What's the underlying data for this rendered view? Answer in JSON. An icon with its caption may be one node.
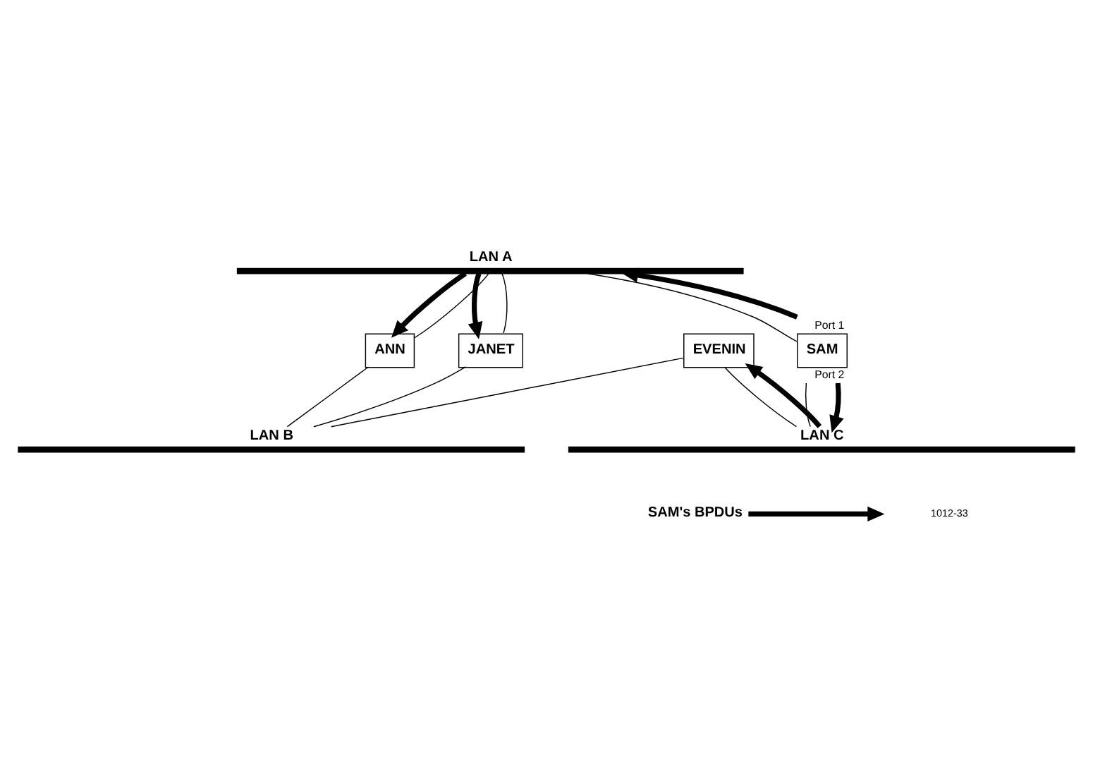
{
  "diagram": {
    "nodes": [
      {
        "text": [
          "LAN A"
        ]
      },
      {
        "text": [
          "SAM"
        ],
        "beside": [
          "Port 1",
          "Port 2"
        ]
      },
      {
        "text": [
          "ANN"
        ]
      },
      {
        "text": [
          "JANET"
        ]
      },
      {
        "text": [
          "LAN B"
        ]
      },
      {
        "text": [
          "EVENIN"
        ]
      },
      {
        "text": [
          "LAN C"
        ]
      }
    ],
    "edges": [
      {
        "from": 1,
        "to": 0,
        "arrow": "none"
      },
      {
        "from": 1,
        "to": 6,
        "arrow": "none"
      },
      {
        "from": 2,
        "to": 0,
        "arrow": "none"
      },
      {
        "from": 2,
        "to": 4,
        "arrow": "none"
      },
      {
        "from": 3,
        "to": 0,
        "arrow": "none"
      },
      {
        "from": 3,
        "to": 4,
        "arrow": "none"
      },
      {
        "from": 5,
        "to": 4,
        "arrow": "none"
      },
      {
        "from": 5,
        "to": 6,
        "arrow": "none"
      },
      {
        "from": 1,
        "to": 0,
        "arrow": "to",
        "style": "thick"
      },
      {
        "from": 1,
        "to": 6,
        "arrow": "to",
        "style": "thick"
      },
      {
        "from": 0,
        "to": 2,
        "arrow": "to",
        "style": "thick"
      },
      {
        "from": 0,
        "to": 3,
        "arrow": "to",
        "style": "thick"
      },
      {
        "from": 6,
        "to": 5,
        "arrow": "to",
        "style": "thick"
      }
    ],
    "labels": [
      "1012-33"
    ],
    "legend": [
      {
        "text": "SAM's BPDUs"
      }
    ]
  }
}
